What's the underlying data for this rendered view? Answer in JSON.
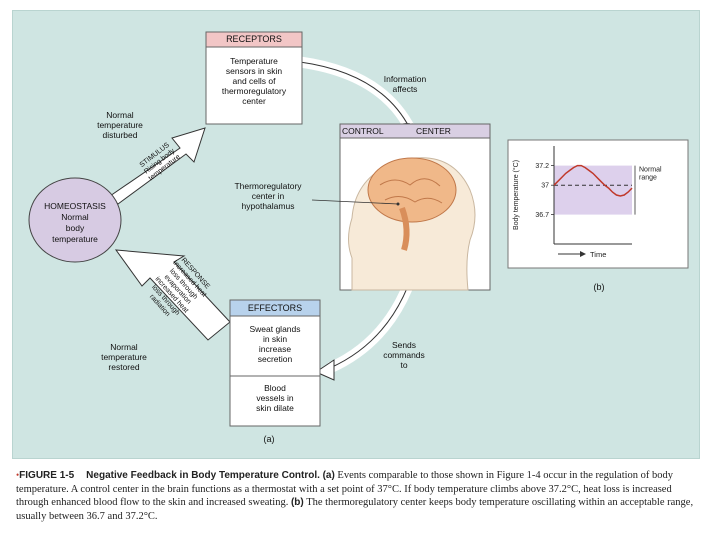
{
  "diagram": {
    "receptors": {
      "title": "RECEPTORS",
      "body": [
        "Temperature",
        "sensors in skin",
        "and cells of",
        "thermoregulatory",
        "center"
      ]
    },
    "information_affects": [
      "Information",
      "affects"
    ],
    "control_center": {
      "left": "CONTROL",
      "right": "CENTER"
    },
    "thermoregulatory_label": [
      "Thermoregulatory",
      "center in",
      "hypothalamus"
    ],
    "homeostasis": [
      "HOMEOSTASIS",
      "Normal",
      "body",
      "temperature"
    ],
    "normal_disturbed": [
      "Normal",
      "temperature",
      "disturbed"
    ],
    "stimulus": [
      "STIMULUS",
      "Rising body",
      "temperature"
    ],
    "response": [
      "RESPONSE",
      "Increased heat",
      "loss through",
      "evaporation",
      "increased heat",
      "loss through",
      "radiation"
    ],
    "normal_restored": [
      "Normal",
      "temperature",
      "restored"
    ],
    "effectors": {
      "title": "EFFECTORS",
      "sweat": [
        "Sweat glands",
        "in skin",
        "increase",
        "secretion"
      ],
      "vessels": [
        "Blood",
        "vessels in",
        "skin dilate"
      ]
    },
    "sends_commands": [
      "Sends",
      "commands",
      "to"
    ],
    "label_a": "(a)",
    "label_b": "(b)"
  },
  "chart_data": {
    "type": "line",
    "ylabel": "Body temperature (°C)",
    "xlabel": "Time",
    "yticks": [
      "37.2",
      "37",
      "36.7"
    ],
    "ylim": [
      36.4,
      37.4
    ],
    "range_label": [
      "Normal",
      "range"
    ],
    "normal_range": [
      36.7,
      37.2
    ],
    "set_point": 37,
    "series": [
      {
        "x": [
          0,
          0.05,
          0.1,
          0.15,
          0.2,
          0.25,
          0.3,
          0.35,
          0.4,
          0.45,
          0.5,
          0.55,
          0.6,
          0.65,
          0.7,
          0.75,
          0.8,
          0.85,
          0.9,
          0.95,
          1
        ],
        "y": [
          37.0,
          37.04,
          37.08,
          37.12,
          37.15,
          37.18,
          37.2,
          37.2,
          37.18,
          37.15,
          37.12,
          37.08,
          37.04,
          37.0,
          36.97,
          36.93,
          36.9,
          36.89,
          36.9,
          36.93,
          36.97
        ]
      }
    ]
  },
  "caption": {
    "star": "•",
    "label": "FIGURE 1-5",
    "title": "Negative Feedback in Body Temperature Control.",
    "part_a": "(a)",
    "text_a": "Events comparable to those shown in Figure 1-4 occur in the regulation of body temperature. A control center in the brain functions as a thermostat with a set point of 37°C. If body temperature climbs above 37.2°C, heat loss is increased through enhanced blood flow to the skin and increased sweating.",
    "part_b": "(b)",
    "text_b": "The thermoregulatory center keeps body temperature oscillating within an acceptable range, usually between 36.7 and 37.2°C."
  }
}
